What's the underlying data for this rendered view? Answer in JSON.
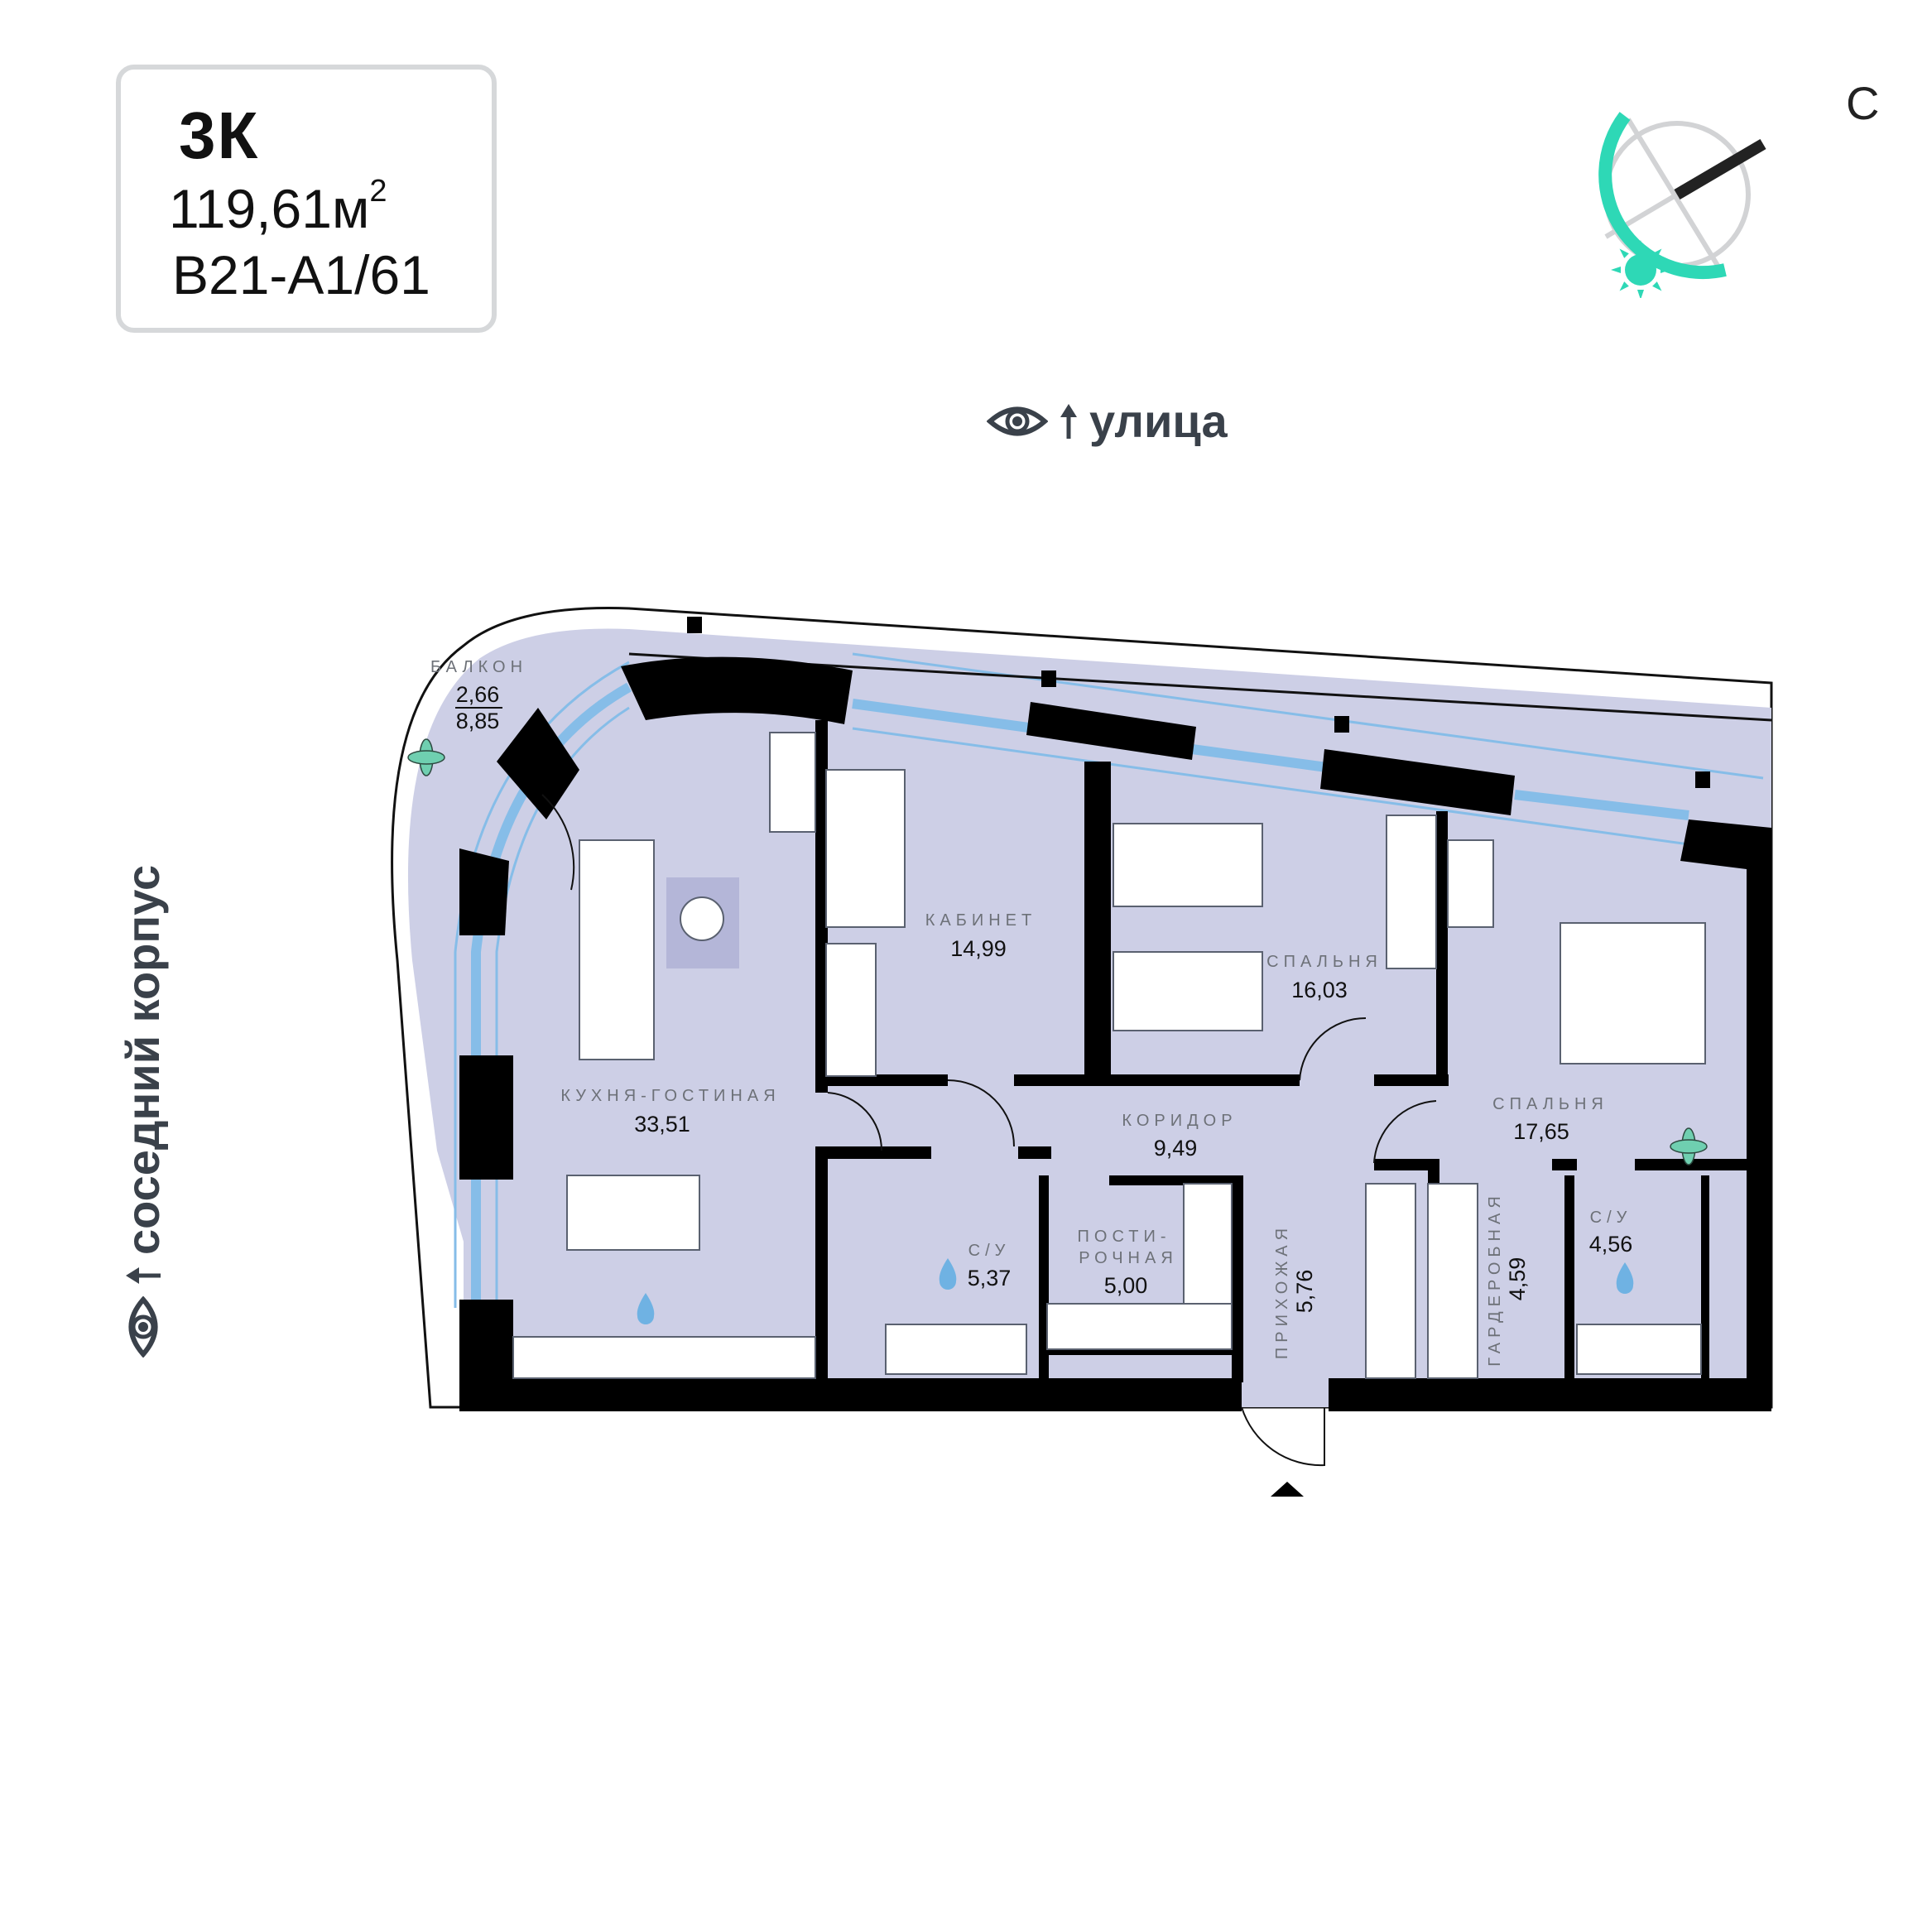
{
  "info": {
    "type": "3К",
    "area_value": "119,61м",
    "area_sup": "2",
    "code": "B21-A1/61"
  },
  "compass": {
    "north_label": "С",
    "sun_icon": "sun-icon",
    "colors": {
      "accent": "#2ed8b6",
      "ring": "#d2d3d5",
      "needle": "#222222"
    }
  },
  "orientation": {
    "street": {
      "icon": "eye-icon",
      "arrow": "↑",
      "label": "улица"
    },
    "neighbor": {
      "icon": "eye-icon",
      "arrow": "↑",
      "label": "соседний корпус"
    }
  },
  "colors": {
    "floor": "#cdcfe6",
    "wall": "#000000",
    "window": "#86bde8",
    "furniture": "#ffffff",
    "rug": "#b4b6d8",
    "plant": "#6fcfb0",
    "water": "#6fb2e3",
    "text_label": "#6d7178"
  },
  "rooms": {
    "balcony": {
      "name": "БАЛКОН",
      "area_top": "2,66",
      "area_bottom": "8,85"
    },
    "kitchen_living": {
      "name": "КУХНЯ-ГОСТИНАЯ",
      "area": "33,51"
    },
    "study": {
      "name": "КАБИНЕТ",
      "area": "14,99"
    },
    "bedroom1": {
      "name": "СПАЛЬНЯ",
      "area": "16,03"
    },
    "bedroom2": {
      "name": "СПАЛЬНЯ",
      "area": "17,65"
    },
    "corridor": {
      "name": "КОРИДОР",
      "area": "9,49"
    },
    "bathroom1": {
      "name": "С/У",
      "area": "5,37"
    },
    "laundry": {
      "name_line1": "ПОСТИ-",
      "name_line2": "РОЧНАЯ",
      "area": "5,00"
    },
    "hallway": {
      "name": "ПРИХОЖАЯ",
      "area": "5,76"
    },
    "wardrobe": {
      "name": "ГАРДЕРОБНАЯ",
      "area": "4,59"
    },
    "bathroom2": {
      "name": "С/У",
      "area": "4,56"
    }
  },
  "entrance": {
    "icon": "entrance-triangle-icon"
  }
}
